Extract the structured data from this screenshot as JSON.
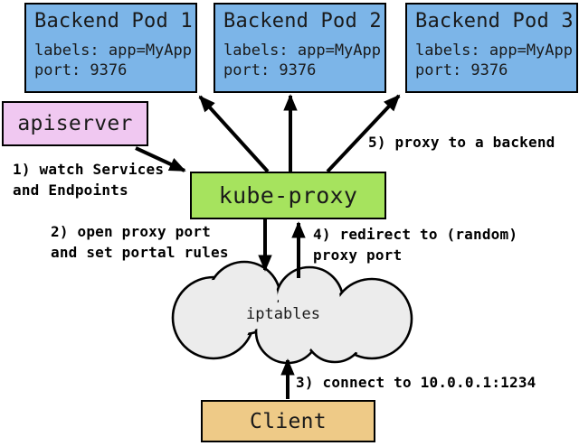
{
  "colors": {
    "pod_fill": "#7CB5E8",
    "apiserver_fill": "#F0C8F1",
    "kube_proxy_fill": "#A6E35E",
    "client_fill": "#EECA87",
    "cloud_fill": "#ECECEC"
  },
  "nodes": {
    "pods": [
      {
        "title": "Backend Pod 1",
        "labels_line": "labels: app=MyApp",
        "port_line": "port: 9376"
      },
      {
        "title": "Backend Pod 2",
        "labels_line": "labels: app=MyApp",
        "port_line": "port: 9376"
      },
      {
        "title": "Backend Pod 3",
        "labels_line": "labels: app=MyApp",
        "port_line": "port: 9376"
      }
    ],
    "apiserver": "apiserver",
    "kube_proxy": "kube-proxy",
    "iptables": "iptables",
    "client": "Client"
  },
  "annotations": {
    "step1": "1) watch Services\nand Endpoints",
    "step2": "2) open proxy port\nand set portal rules",
    "step3": "3) connect to 10.0.0.1:1234",
    "step4": "4) redirect to (random)\nproxy port",
    "step5": "5) proxy to a backend"
  }
}
